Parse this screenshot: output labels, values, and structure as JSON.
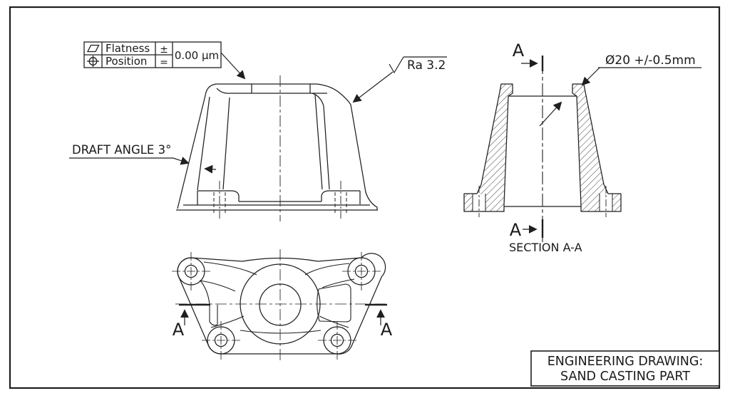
{
  "drawing": {
    "colors": {
      "line": "#1f1f1f",
      "background": "#ffffff"
    },
    "fcf": {
      "row1_symbol": "flatness-symbol",
      "row1_label": "Flatness",
      "row2_symbol": "position-symbol",
      "row2_label": "Position",
      "tolerance_top": "±",
      "tolerance_bottom": "=",
      "value": "0.00 µm"
    },
    "surface_finish": {
      "label": "Ra 3.2"
    },
    "draft_angle": {
      "label": "DRAFT ANGLE 3°"
    },
    "section_view": {
      "diameter_label": "Ø20 +/-0.5mm",
      "cut_label_top": "A",
      "cut_label_bottom": "A",
      "caption": "SECTION A-A"
    },
    "plan_view": {
      "cut_label_left": "A",
      "cut_label_right": "A"
    },
    "title_block": {
      "line1": "ENGINEERING DRAWING:",
      "line2": "SAND CASTING PART"
    }
  }
}
